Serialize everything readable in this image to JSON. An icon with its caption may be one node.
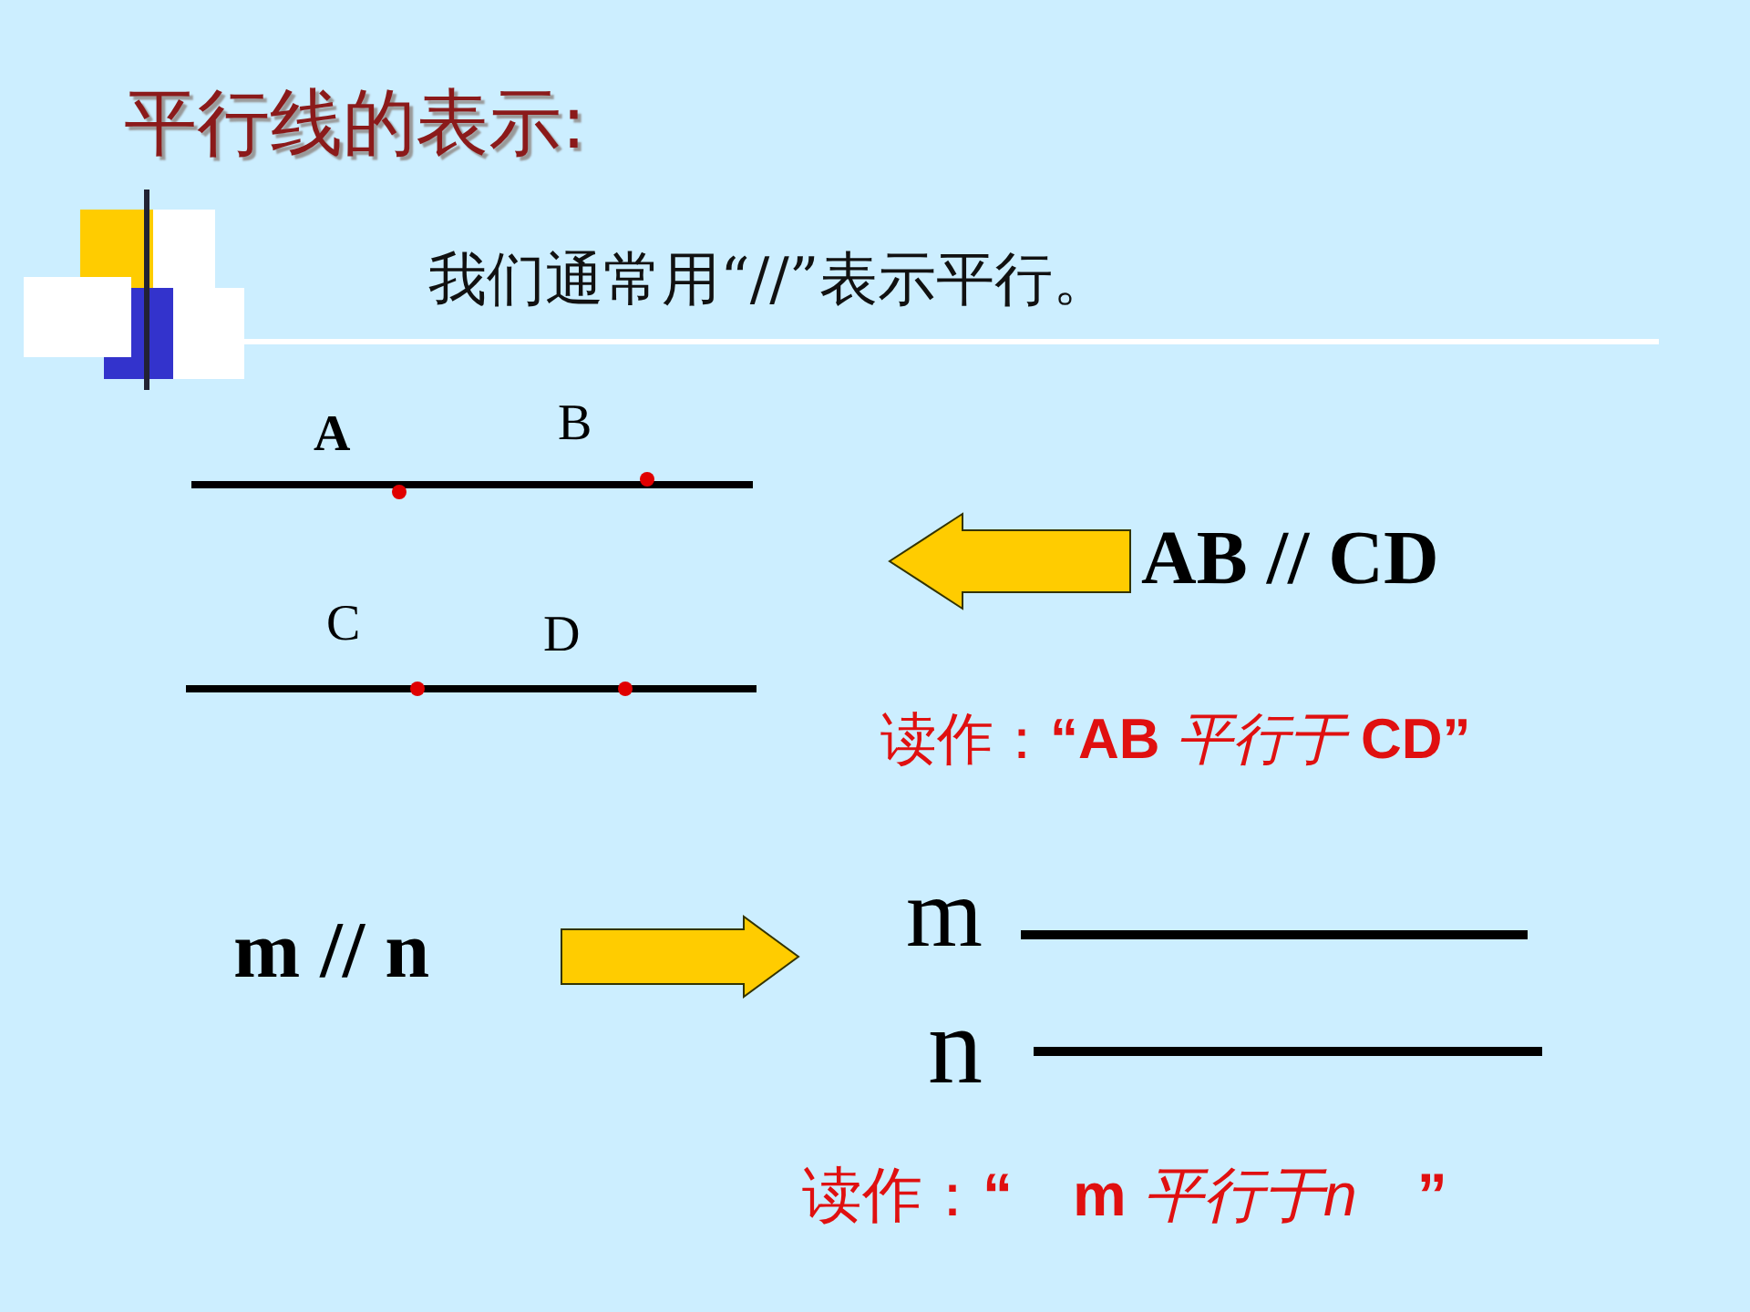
{
  "diagram": {
    "title": "平行线的表示:",
    "nodes": [
      {
        "text": [
          "A",
          "B",
          "C",
          "D"
        ]
      },
      {
        "text": [
          "AB // CD"
        ]
      },
      {
        "text": [
          "m // n"
        ]
      },
      {
        "text": [
          "m",
          "n"
        ]
      }
    ],
    "edges": [
      {
        "from": 1,
        "to": 0,
        "arrow": "to"
      },
      {
        "from": 2,
        "to": 3,
        "arrow": "to"
      }
    ],
    "labels": [
      "我们通常用“//”表示平行。",
      "读作：**“AB** *平行于* **CD”**",
      "读作：**“**　**m** *平行于n*　**”**"
    ]
  }
}
